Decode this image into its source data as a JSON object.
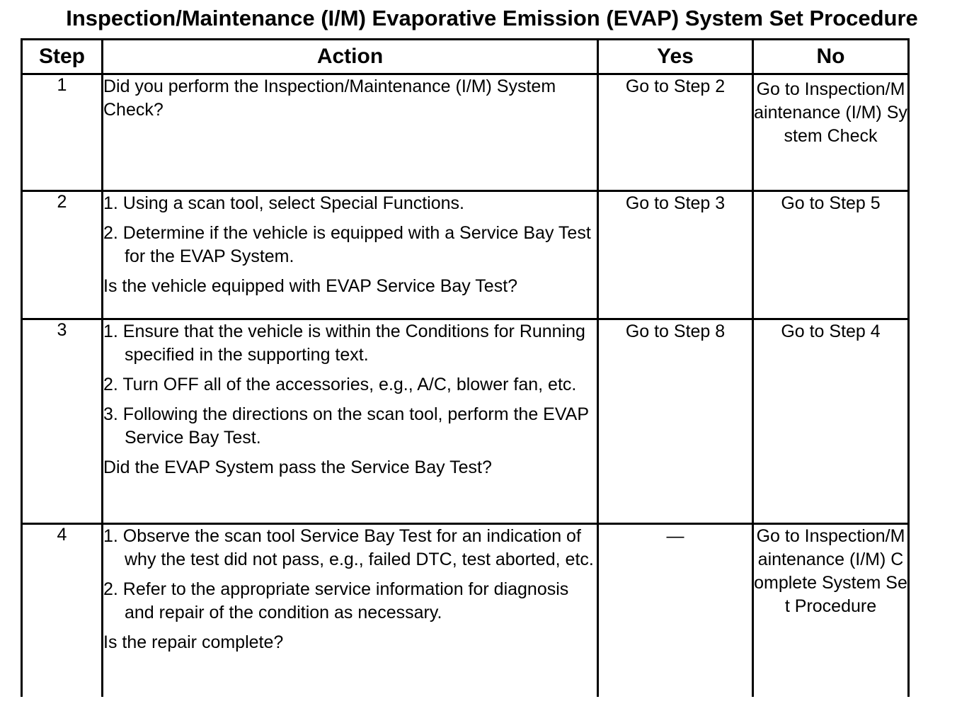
{
  "title": "Inspection/Maintenance (I/M) Evaporative Emission (EVAP) System Set Procedure",
  "headers": {
    "step": "Step",
    "action": "Action",
    "yes": "Yes",
    "no": "No"
  },
  "rows": [
    {
      "step": "1",
      "items": [
        "Did you perform the Inspection/Maintenance (I/M) System Check?"
      ],
      "question": "",
      "yes": "Go to Step 2",
      "no": "Go to Inspection/Maintenance (I/M) System Check"
    },
    {
      "step": "2",
      "items": [
        "1. Using a scan tool, select Special Functions.",
        "2. Determine if the vehicle is equipped with a Service Bay Test for the EVAP System."
      ],
      "question": "Is the vehicle equipped with EVAP Service Bay Test?",
      "yes": "Go to Step 3",
      "no": "Go to Step 5"
    },
    {
      "step": "3",
      "items": [
        "1. Ensure that the vehicle is within the Conditions for Running specified in the supporting text.",
        "2. Turn OFF all of the accessories, e.g., A/C, blower fan, etc.",
        "3. Following the directions on the scan tool, perform the EVAP Service Bay Test."
      ],
      "question": "Did the EVAP System pass the Service Bay Test?",
      "yes": "Go to Step 8",
      "no": "Go to Step 4"
    },
    {
      "step": "4",
      "items": [
        "1. Observe the scan tool Service Bay Test for an indication of why the test did not pass, e.g., failed DTC, test aborted, etc.",
        "2. Refer to the appropriate service information for diagnosis and repair of the condition as necessary."
      ],
      "question": "Is the repair complete?",
      "yes": "—",
      "no": "Go to Inspection/Maintenance (I/M) Complete System Set Procedure"
    }
  ]
}
